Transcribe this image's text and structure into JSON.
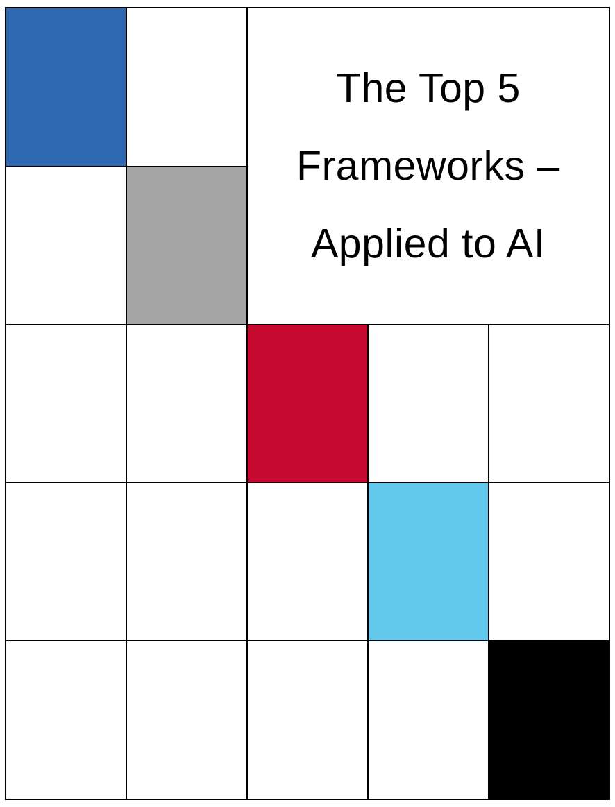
{
  "slide": {
    "title": {
      "text": "The Top 5 Frameworks – Applied to AI",
      "lines": {
        "line1": "The Top 5",
        "line2": "Frameworks –",
        "line3": "Applied to AI"
      }
    },
    "table": {
      "rows": 5,
      "columns": 5,
      "merged_title_cell": "rows 1-2, columns 3-5",
      "highlighted_cells": [
        {
          "row": 1,
          "column": 1,
          "color": "#2D68B1",
          "color_name": "blue"
        },
        {
          "row": 2,
          "column": 2,
          "color": "#A6A6A6",
          "color_name": "gray"
        },
        {
          "row": 3,
          "column": 3,
          "color": "#C6092F",
          "color_name": "crimson"
        },
        {
          "row": 4,
          "column": 4,
          "color": "#63C9EC",
          "color_name": "sky-blue"
        },
        {
          "row": 5,
          "column": 5,
          "color": "#000000",
          "color_name": "black"
        }
      ]
    }
  },
  "colors": {
    "page_background": "#FFFFFF",
    "cell_background": "#FFFFFF",
    "grid_line": "#000000",
    "title_text": "#000000"
  }
}
